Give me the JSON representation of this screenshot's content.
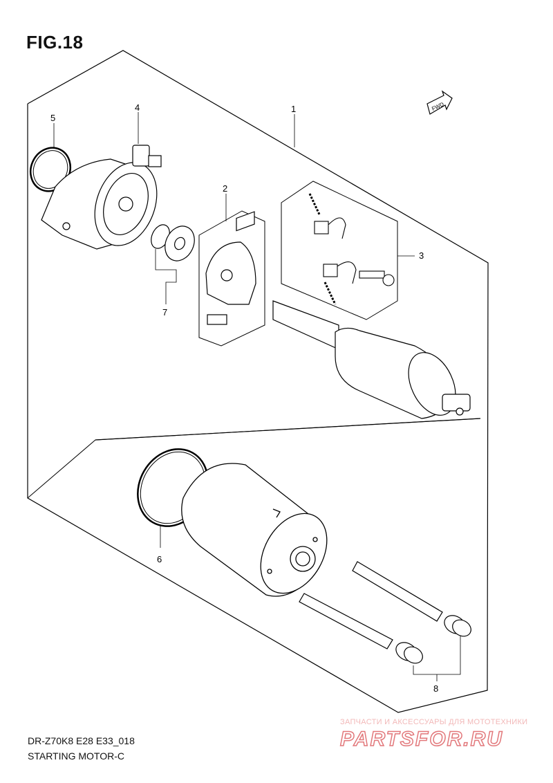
{
  "figure": {
    "title": "FIG.18"
  },
  "fwd_label": "FWD",
  "callouts": [
    {
      "id": "1",
      "part": "starting-motor-assy"
    },
    {
      "id": "2",
      "part": "brush-holder"
    },
    {
      "id": "3",
      "part": "brush-set"
    },
    {
      "id": "4",
      "part": "end-cover"
    },
    {
      "id": "5",
      "part": "o-ring-front"
    },
    {
      "id": "6",
      "part": "o-ring-housing"
    },
    {
      "id": "7",
      "part": "washer-set"
    },
    {
      "id": "8",
      "part": "housing-bolts"
    }
  ],
  "footer": {
    "code": "DR-Z70K8 E28 E33_018",
    "caption": "STARTING MOTOR-C"
  },
  "watermark": {
    "line1": "ЗАПЧАСТИ И АКСЕССУАРЫ ДЛЯ МОТОТЕХНИКИ",
    "line2": "PARTSFOR.RU"
  }
}
